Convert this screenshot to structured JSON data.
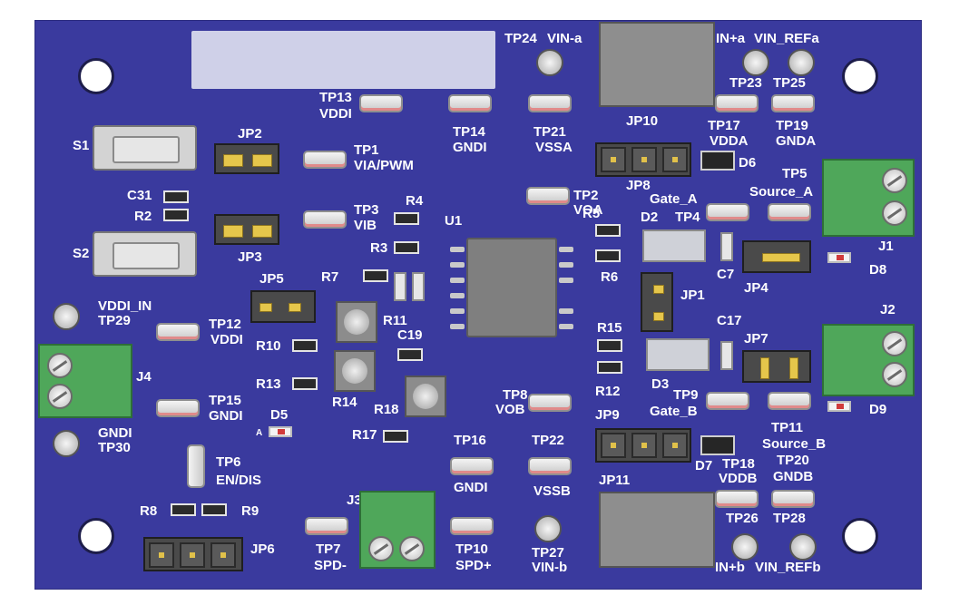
{
  "board": {
    "labels": {
      "tp24": "TP24",
      "vin_a": "VIN-a",
      "vin_plus_a": "IN+a",
      "vin_refa": "VIN_REFa",
      "tp13": "TP13",
      "vddi": "VDDI",
      "tp14": "TP14",
      "gndi": "GNDI",
      "tp21": "TP21",
      "vssa": "VSSA",
      "jp10": "JP10",
      "tp23": "TP23",
      "tp25": "TP25",
      "tp17": "TP17",
      "vdda": "VDDA",
      "tp19": "TP19",
      "gnda": "GNDA",
      "s1": "S1",
      "jp2": "JP2",
      "tp1": "TP1",
      "via_pwm": "VIA/PWM",
      "c31": "C31",
      "r2": "R2",
      "tp3": "TP3",
      "vib": "VIB",
      "r4": "R4",
      "r3": "R3",
      "u1": "U1",
      "s2": "S2",
      "jp3": "JP3",
      "jp8": "JP8",
      "d6": "D6",
      "gate_a": "Gate_A",
      "tp2": "TP2",
      "voa": "VOA",
      "r5": "R5",
      "d2": "D2",
      "tp4": "TP4",
      "tp5": "TP5",
      "source_a": "Source_A",
      "r6": "R6",
      "c7": "C7",
      "jp4": "JP4",
      "d8": "D8",
      "j1": "J1",
      "jp5": "JP5",
      "r7": "R7",
      "jp1": "JP1",
      "vddi_in": "VDDI_IN",
      "tp29": "TP29",
      "r11": "R11",
      "tp12": "TP12",
      "r15": "R15",
      "c17": "C17",
      "jp7": "JP7",
      "j2": "J2",
      "r10": "R10",
      "c19": "C19",
      "d3": "D3",
      "j4": "J4",
      "r13": "R13",
      "r14": "R14",
      "r12": "R12",
      "tp15": "TP15",
      "r18": "R18",
      "tp8": "TP8",
      "vob": "VOB",
      "tp9": "TP9",
      "gate_b": "Gate_B",
      "d9": "D9",
      "gndi_low": "GNDI",
      "tp30": "TP30",
      "d5": "D5",
      "d5_a": "A",
      "r17": "R17",
      "jp9": "JP9",
      "tp11": "TP11",
      "source_b": "Source_B",
      "tp6": "TP6",
      "en_dis": "EN/DIS",
      "tp16": "TP16",
      "tp22": "TP22",
      "d7": "D7",
      "tp18": "TP18",
      "vddb": "VDDB",
      "tp20": "TP20",
      "gndb": "GNDB",
      "vssb": "VSSB",
      "j3": "J3",
      "jp11": "JP11",
      "r8": "R8",
      "r9": "R9",
      "jp6": "JP6",
      "tp26": "TP26",
      "tp28": "TP28",
      "tp7": "TP7",
      "spd_minus": "SPD-",
      "tp10": "TP10",
      "spd_plus": "SPD+",
      "tp27": "TP27",
      "vin_b": "VIN-b",
      "vin_plus_b": "IN+b",
      "vin_refb": "VIN_REFb"
    },
    "colors": {
      "pcb": "#3a3a9e",
      "silk": "#ffffff",
      "terminal": "#4fa75a"
    }
  }
}
